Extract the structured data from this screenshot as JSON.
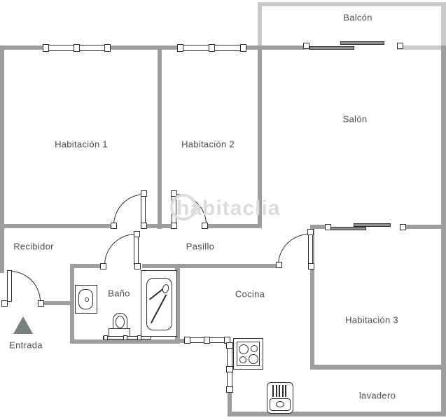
{
  "labels": {
    "balcon": "Balcón",
    "salon": "Salón",
    "habitacion_1": "Habitación 1",
    "habitacion_2": "Habitación 2",
    "habitacion_3": "Habitación 3",
    "recibidor": "Recibidor",
    "pasillo": "Pasillo",
    "bano": "Baño",
    "cocina": "Cocina",
    "entrada": "Entrada",
    "lavadero": "lavadero"
  },
  "watermark": {
    "text": "habitaclia"
  },
  "colors": {
    "wall": "#9e9e9e",
    "wall_light": "#cbcbcb",
    "line": "#2e2e2e",
    "label": "#4d4d4d",
    "watermark": "#dcdcdc",
    "entrance": "#76807f"
  },
  "icons": {
    "sink": "sink-icon",
    "toilet": "toilet-icon",
    "shower": "shower-icon",
    "stove": "stove-icon",
    "washing_machine": "washing-machine-icon",
    "entrance_arrow": "entrance-arrow-icon"
  }
}
